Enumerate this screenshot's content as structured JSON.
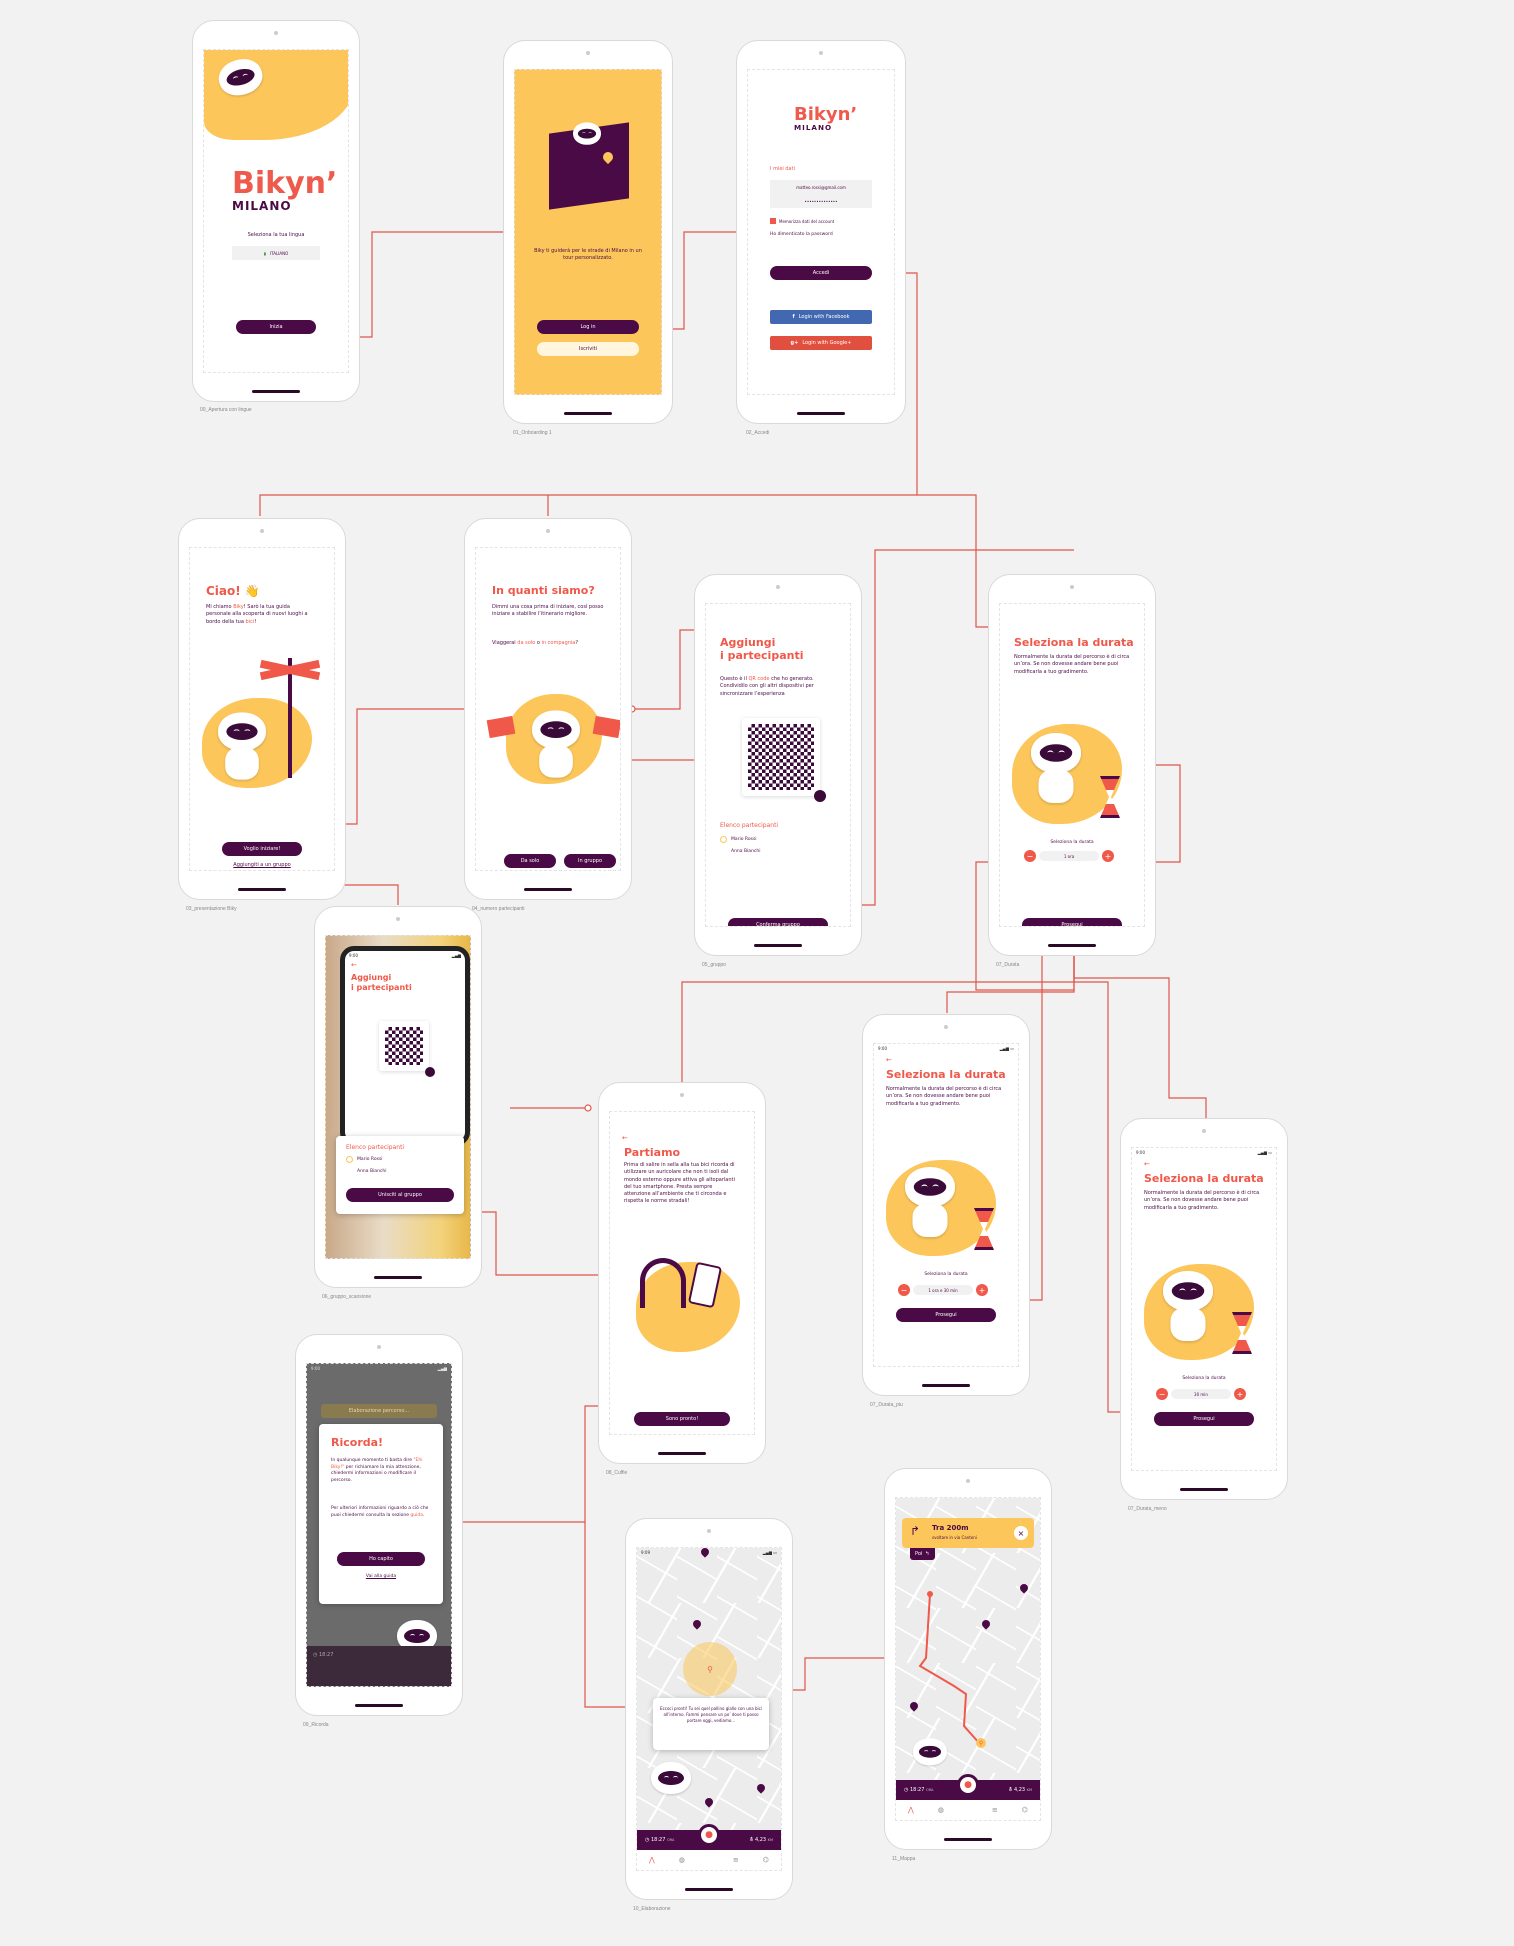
{
  "screens": {
    "s00": {
      "label": "00_Apertura con lingue",
      "logo": "Bikyn’",
      "logo_sub": "MILANO",
      "language_prompt": "Seleziona la tua lingua",
      "language_value": "ITALIANO",
      "start_button": "Inizia"
    },
    "s01": {
      "label": "01_Onboarding 1",
      "description": "Biky ti guiderà per le strade di Milano in un tour personalizzato.",
      "login_button": "Log in",
      "signup_button": "Iscriviti"
    },
    "s02": {
      "label": "02_Accedi",
      "logo": "Bikyn’",
      "logo_sub": "MILANO",
      "section_title": "I miei dati",
      "email_value": "matteo.rossi@gmail.com",
      "password_value": "••••••••••••••",
      "remember_label": "Memorizza dati del account",
      "forgot_link": "Ho dimenticato la password",
      "login_button": "Accedi",
      "facebook_button": "Login with Facebook",
      "google_button": "Login with Google+"
    },
    "s03": {
      "label": "03_presentazione Biky",
      "title": "Ciao! 👋",
      "body_pre": "Mi chiamo ",
      "body_name": "Biky",
      "body_mid": "! Sarò la tua guida personale alla scoperta di nuovi luoghi a bordo della tua ",
      "body_bike": "bici",
      "body_end": "!",
      "primary_button": "Voglio iniziare!",
      "secondary_link": "Aggiungiti a un gruppo"
    },
    "s04": {
      "label": "04_numero partecipanti",
      "title": "In quanti siamo?",
      "body": "Dimmi una cosa prima di iniziare, così posso iniziare a stabilire l’itinerario migliore.",
      "question_pre": "Viaggerai ",
      "question_alone": "da solo",
      "question_mid": " o ",
      "question_group": "in compagnia",
      "question_end": "?",
      "alone_button": "Da solo",
      "group_button": "In gruppo"
    },
    "s05": {
      "label": "05_gruppo",
      "title_line1": "Aggiungi",
      "title_line2": "i partecipanti",
      "body_pre": "Questo è il ",
      "body_qr": "QR code",
      "body_end": " che ho generato. Condividilo con gli altri dispositivi per sincronizzare l’esperienza",
      "participants_title": "Elenco partecipanti",
      "participants": [
        "Mario Rossi",
        "Anna Bianchi"
      ],
      "confirm_button": "Conferma gruppo"
    },
    "s06": {
      "label": "06_gruppo_scansione",
      "status_time": "9:00",
      "title_line1": "Aggiungi",
      "title_line2": "i partecipanti",
      "participants_title": "Elenco partecipanti",
      "participants": [
        "Mario Rossi",
        "Anna Bianchi"
      ],
      "join_button": "Unisciti al gruppo"
    },
    "s07": {
      "label": "07_Durata",
      "title": "Seleziona la durata",
      "body": "Normalmente la durata del percorso è di circa un’ora. Se non dovesse andare bene puoi modificarla a tuo gradimento.",
      "picker_label": "Seleziona la durata",
      "value": "1 ora",
      "next_button": "Prosegui"
    },
    "s07p": {
      "label": "07_Durata_piu",
      "status_time": "9:00",
      "title": "Seleziona la durata",
      "body": "Normalmente la durata del percorso è di circa un’ora. Se non dovesse andare bene puoi modificarla a tuo gradimento.",
      "picker_label": "Seleziona la durata",
      "value": "1 ora e 30 min",
      "next_button": "Prosegui"
    },
    "s07m": {
      "label": "07_Durata_meno",
      "status_time": "9:00",
      "title": "Seleziona la durata",
      "body": "Normalmente la durata del percorso è di circa un’ora. Se non dovesse andare bene puoi modificarla a tuo gradimento.",
      "picker_label": "Seleziona la durata",
      "value": "30 min",
      "next_button": "Prosegui"
    },
    "s08": {
      "label": "08_Cuffie",
      "title": "Partiamo",
      "body": "Prima di salire in sella alla tua bici ricorda di utilizzare un auricolare che non ti isoli dal mondo esterno oppure attiva gli altoparlanti del tuo smartphone. Presta sempre attenzione all’ambiente che ti circonda e rispetta le norme stradali!",
      "ready_button": "Sono pronto!"
    },
    "s09": {
      "label": "09_Ricorda",
      "status_time": "9:00",
      "bg_title": "Elaborazione percorso...",
      "title": "Ricorda!",
      "body_pre": "In qualunque momento ti basta dire ",
      "body_hey": "\"Ehi Biky!\"",
      "body_end": " per richiamare la mia attenzione, chiedermi informazioni o modificare il percorso.",
      "body2_pre": "Per ulteriori informazioni riguardo a ciò che puoi chiedermi consulta la sezione ",
      "body2_link": "guida",
      "body2_end": ".",
      "ok_button": "Ho capito",
      "guide_link": "Vai alla guida",
      "nav_time": "18:27"
    },
    "s10": {
      "label": "10_Elaborazione",
      "status_time": "9:09",
      "message": "Eccoci pronti! Tu sei quel pallino giallo con una bici all’interno. Fammi pensare un po’ dove ti posso portare oggi, vediamo...",
      "nav_time": "18:27",
      "nav_time_sub": "ORA",
      "nav_km": "4,23",
      "nav_km_sub": "KM"
    },
    "s11": {
      "label": "11_Mappa",
      "direction": "Tra 200m",
      "direction_sub": "svoltare in via Cantoni",
      "then_label": "Poi",
      "nav_time": "18:27",
      "nav_time_sub": "ORA",
      "nav_km": "4,23",
      "nav_km_sub": "KM"
    }
  },
  "colors": {
    "primary": "#4a0a45",
    "accent": "#f0584a",
    "yellow": "#fcc65a",
    "background": "#f2f2f2"
  },
  "icons": [
    "robot-mascot-icon",
    "map-pin-icon",
    "qr-code-icon",
    "share-icon",
    "hourglass-icon",
    "headphones-icon",
    "phone-icon",
    "microphone-icon",
    "clock-icon",
    "bike-icon",
    "close-icon",
    "turn-right-arrow-icon",
    "back-arrow-icon",
    "facebook-icon",
    "google-plus-icon",
    "italy-flag-icon",
    "checkbox-icon"
  ]
}
